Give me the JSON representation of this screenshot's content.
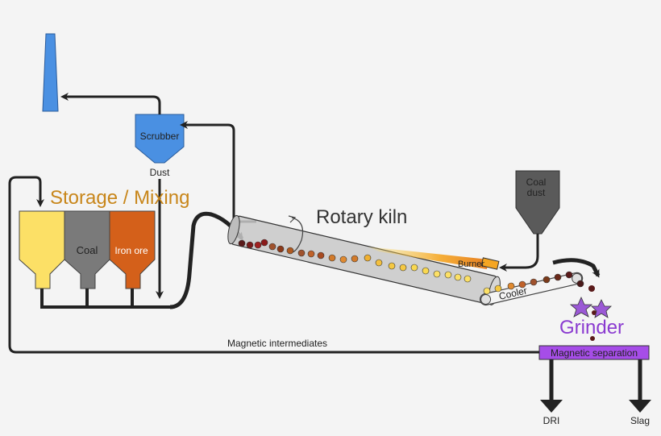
{
  "labels": {
    "storage_mixing": "Storage / Mixing",
    "coal": "Coal",
    "iron_ore": "Iron ore",
    "scrubber": "Scrubber",
    "dust": "Dust",
    "rotary_kiln": "Rotary kiln",
    "burner": "Burner",
    "cooler": "Cooler",
    "coal_dust": "Coal dust",
    "coal_dust_line1": "Coal",
    "coal_dust_line2": "dust",
    "grinder": "Grinder",
    "magnetic_intermediates": "Magnetic intermediates",
    "magnetic_separation": "Magnetic separation",
    "dri": "DRI",
    "slag": "Slag"
  },
  "colors": {
    "background": "#f4f4f4",
    "stack": "#4a90e2",
    "scrubber": "#4a90e2",
    "storage_text": "#c8861a",
    "bin_yellow": "#fce066",
    "bin_coal": "#7a7a7a",
    "bin_iron_ore": "#d4601a",
    "kiln": "#c8c8c8",
    "coal_dust_hopper": "#5a5a5a",
    "grinder_text": "#8a3ad0",
    "grinder_stars": "#9b59d6",
    "magnetic_separation_box": "#a64de8",
    "flow_lines": "#222222"
  },
  "icons": {
    "chimney": "chimney-icon",
    "scrubber": "scrubber-cyclone-icon",
    "kiln": "rotary-kiln-cylinder",
    "rotation": "rotation-arrow-icon",
    "grinder": "grinder-stars-icon"
  }
}
